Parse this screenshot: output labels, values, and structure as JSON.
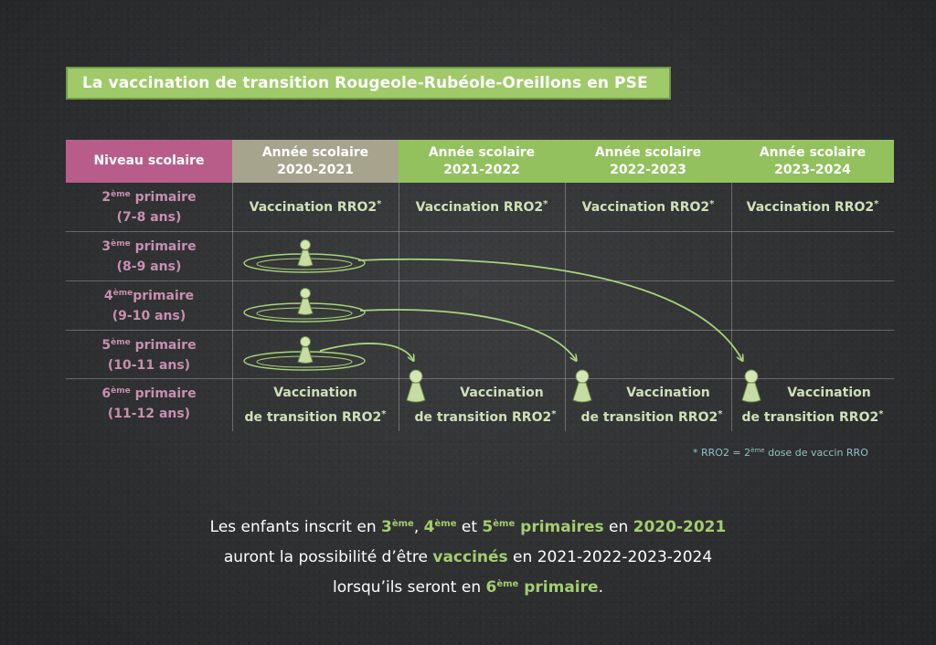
{
  "title": "La vaccination de transition Rougeole-Rubéole-Oreillons en PSE",
  "header": {
    "level": "Niveau scolaire",
    "years": [
      {
        "line1": "Année scolaire",
        "line2": "2020-2021"
      },
      {
        "line1": "Année scolaire",
        "line2": "2021-2022"
      },
      {
        "line1": "Année scolaire",
        "line2": "2022-2023"
      },
      {
        "line1": "Année scolaire",
        "line2": "2023-2024"
      }
    ]
  },
  "levels": [
    {
      "num": "2",
      "sup": "ème",
      "word": " primaire",
      "age": "(7-8 ans)"
    },
    {
      "num": "3",
      "sup": "ème",
      "word": " primaire",
      "age": "(8-9 ans)"
    },
    {
      "num": "4",
      "sup": "ème",
      "word": "primaire",
      "age": "(9-10 ans)"
    },
    {
      "num": "5",
      "sup": "ème",
      "word": " primaire",
      "age": "(10-11 ans)"
    },
    {
      "num": "6",
      "sup": "ème",
      "word": " primaire",
      "age": "(11-12 ans)"
    }
  ],
  "rro2_cell": {
    "text": "Vaccination RRO2",
    "star": "*"
  },
  "transition_cell": {
    "line1": "Vaccination",
    "line2": "de transition RRO2",
    "star": "*"
  },
  "footnote": {
    "prefix": "* RRO2 = 2",
    "sup": "ème",
    "rest": " dose de vaccin RRO"
  },
  "bottom_text": {
    "l1_a": "Les enfants inscrit en ",
    "l1_n3": "3",
    "l1_sup": "ème",
    "l1_sep1": ", ",
    "l1_n4": "4",
    "l1_sep2": " et ",
    "l1_n5": "5",
    "l1_prim": " primaires",
    "l1_en": " en ",
    "l1_year": "2020-2021",
    "l2_a": "auront la possibilité d’être ",
    "l2_vacc": "vaccinés",
    "l2_b": " en 2021-2022-2023-2024",
    "l3_a": "lorsqu’ils seront en ",
    "l3_n6": "6",
    "l3_prim": " primaire",
    "l3_end": "."
  },
  "colors": {
    "title_bg": "#a0c96a",
    "level_header": "#b85d8a",
    "year_2020": "#a7a48e",
    "year_future": "#93c15e",
    "level_text": "#c88fb0",
    "cell_text": "#cfe0b8",
    "arrow": "#a8d47c",
    "pawn": "#c6dca2",
    "footnote": "#8fc3c6",
    "chalkboard": "#2e3031"
  }
}
